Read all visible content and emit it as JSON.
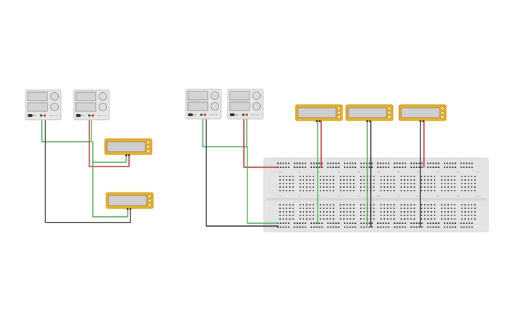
{
  "colors": {
    "background": "#ffffff",
    "supply_body": "#e6e6e6",
    "supply_border": "#b8b8b8",
    "supply_display": "#d4d4d4",
    "knob": "#dcdcdc",
    "meter_body": "#f2b21a",
    "meter_border": "#c98b06",
    "meter_display": "#cfcfcf",
    "breadboard": "#e4e4e4",
    "hole": "#3a3a3a",
    "wire_green": "#3bb44a",
    "wire_red": "#d92020",
    "wire_black": "#2a2a2a"
  },
  "components": {
    "power_supplies": [
      {
        "id": "supply-1"
      },
      {
        "id": "supply-2"
      },
      {
        "id": "supply-3"
      },
      {
        "id": "supply-4"
      }
    ],
    "multimeters": [
      {
        "id": "multimeter-1"
      },
      {
        "id": "multimeter-2"
      },
      {
        "id": "multimeter-3"
      },
      {
        "id": "multimeter-4"
      },
      {
        "id": "multimeter-5"
      }
    ],
    "breadboard": {
      "id": "breadboard"
    }
  }
}
